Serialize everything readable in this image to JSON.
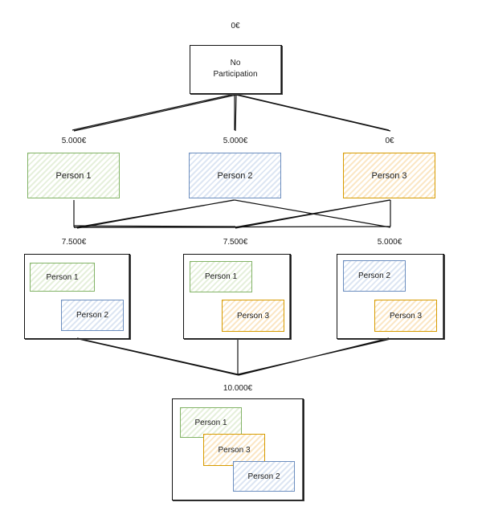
{
  "root": {
    "amount": "0€",
    "line1": "No",
    "line2": "Participation"
  },
  "level1": [
    {
      "amount": "5.000€",
      "name": "Person 1",
      "color": "#82b366"
    },
    {
      "amount": "5.000€",
      "name": "Person 2",
      "color": "#6c8ebf"
    },
    {
      "amount": "0€",
      "name": "Person 3",
      "color": "#d79b00"
    }
  ],
  "level2": [
    {
      "amount": "7.500€",
      "members": [
        {
          "name": "Person 1",
          "color": "#82b366"
        },
        {
          "name": "Person 2",
          "color": "#6c8ebf"
        }
      ]
    },
    {
      "amount": "7.500€",
      "members": [
        {
          "name": "Person 1",
          "color": "#82b366"
        },
        {
          "name": "Person 3",
          "color": "#d79b00"
        }
      ]
    },
    {
      "amount": "5.000€",
      "members": [
        {
          "name": "Person 2",
          "color": "#6c8ebf"
        },
        {
          "name": "Person 3",
          "color": "#d79b00"
        }
      ]
    }
  ],
  "level3": {
    "amount": "10.000€",
    "members": [
      {
        "name": "Person 1",
        "color": "#82b366"
      },
      {
        "name": "Person 3",
        "color": "#d79b00"
      },
      {
        "name": "Person 2",
        "color": "#6c8ebf"
      }
    ]
  }
}
